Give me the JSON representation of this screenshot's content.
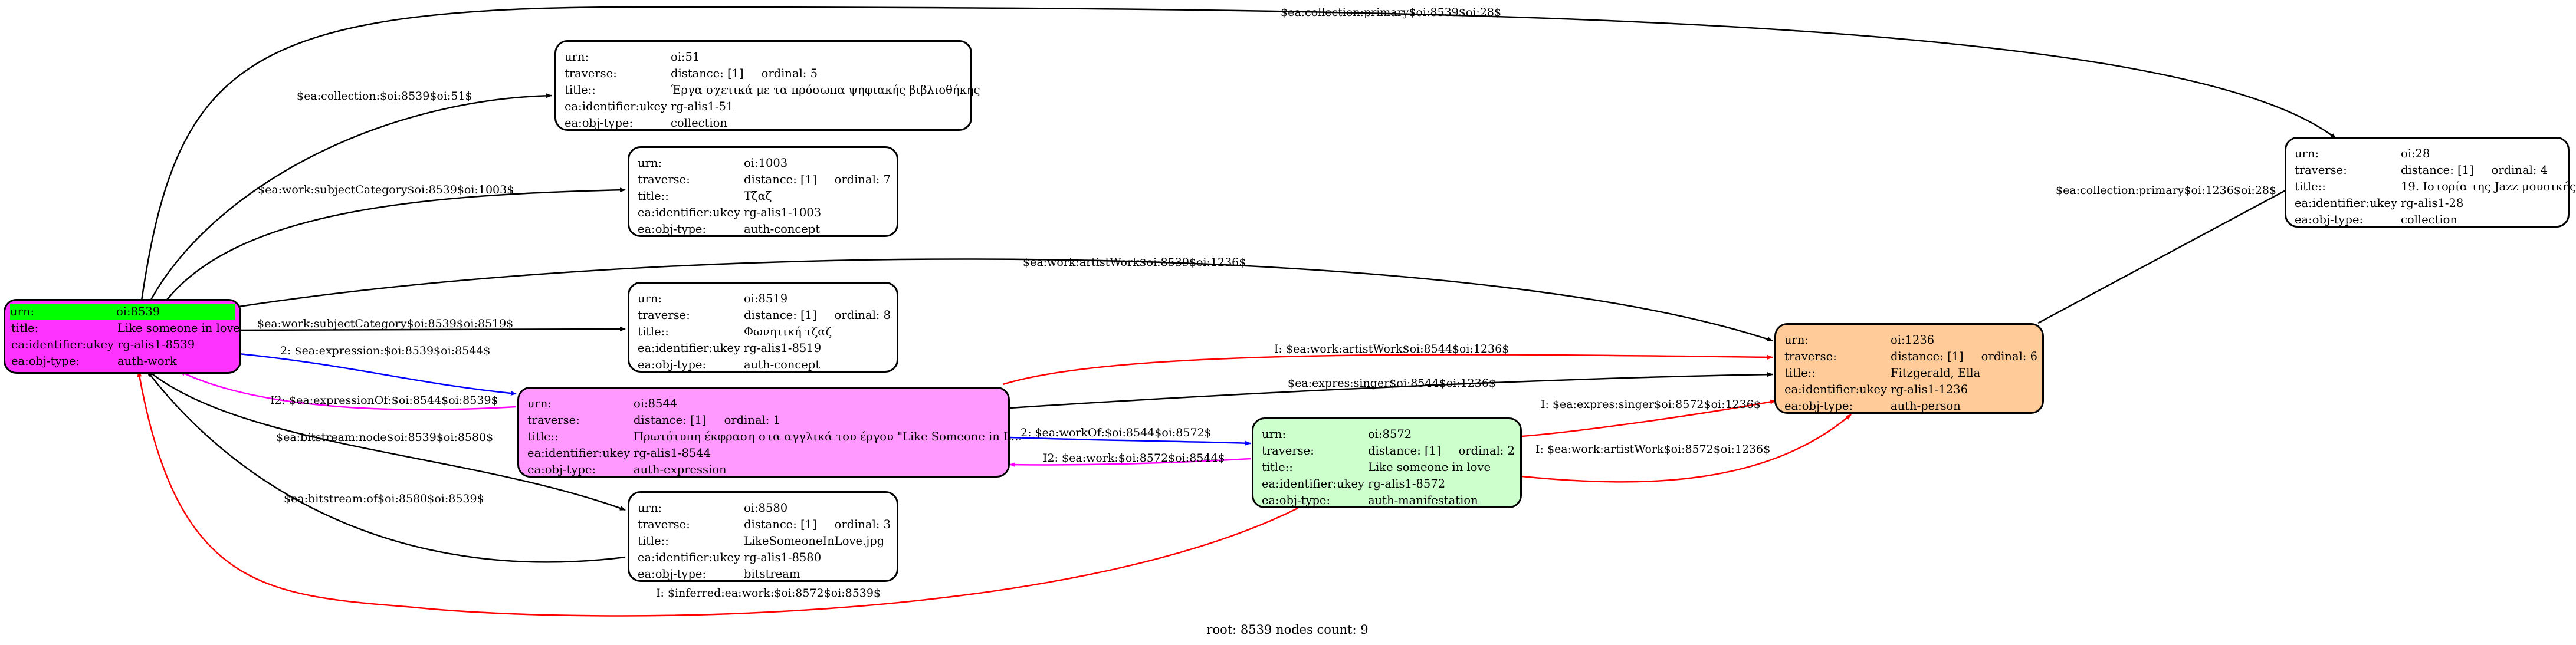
{
  "colors": {
    "root_fill": "#ff33ff",
    "root_header": "#00ff00",
    "expression_fill": "#ff99ff",
    "manifestation_fill": "#ccffcc",
    "person_fill": "#ffcc99",
    "plain_fill": "#ffffff",
    "edge_black": "#000000",
    "edge_red": "#ff0000",
    "edge_blue": "#0000ff",
    "edge_magenta": "#ff00ff"
  },
  "keys": {
    "urn": "urn:",
    "traverse": "traverse:",
    "title": "title::",
    "title_root": "title:",
    "ukey": "ea:identifier:ukey",
    "objtype": "ea:obj-type:"
  },
  "nodes": {
    "root": {
      "urn": "oi:8539",
      "title": "Like someone in love",
      "ukey": "rg-alis1-8539",
      "objtype": "auth-work"
    },
    "n51": {
      "urn": "oi:51",
      "distance": "distance: [1]",
      "ordinal": "ordinal: 5",
      "title": "Έργα σχετικά με τα πρόσωπα ψηφιακής βιβλιοθήκης",
      "ukey": "rg-alis1-51",
      "objtype": "collection"
    },
    "n1003": {
      "urn": "oi:1003",
      "distance": "distance: [1]",
      "ordinal": "ordinal: 7",
      "title": "Τζαζ",
      "ukey": "rg-alis1-1003",
      "objtype": "auth-concept"
    },
    "n8519": {
      "urn": "oi:8519",
      "distance": "distance: [1]",
      "ordinal": "ordinal: 8",
      "title": "Φωνητική τζαζ",
      "ukey": "rg-alis1-8519",
      "objtype": "auth-concept"
    },
    "n8544": {
      "urn": "oi:8544",
      "distance": "distance: [1]",
      "ordinal": "ordinal: 1",
      "title": "Πρωτότυπη έκφραση στα αγγλικά του έργου \"Like Someone in L...",
      "ukey": "rg-alis1-8544",
      "objtype": "auth-expression"
    },
    "n8580": {
      "urn": "oi:8580",
      "distance": "distance: [1]",
      "ordinal": "ordinal: 3",
      "title": "LikeSomeoneInLove.jpg",
      "ukey": "rg-alis1-8580",
      "objtype": "bitstream"
    },
    "n8572": {
      "urn": "oi:8572",
      "distance": "distance: [1]",
      "ordinal": "ordinal: 2",
      "title": "Like someone in love",
      "ukey": "rg-alis1-8572",
      "objtype": "auth-manifestation"
    },
    "n1236": {
      "urn": "oi:1236",
      "distance": "distance: [1]",
      "ordinal": "ordinal: 6",
      "title": "Fitzgerald, Ella",
      "ukey": "rg-alis1-1236",
      "objtype": "auth-person"
    },
    "n28": {
      "urn": "oi:28",
      "distance": "distance: [1]",
      "ordinal": "ordinal: 4",
      "title": "19. Ιστορία της Jazz μουσικής",
      "ukey": "rg-alis1-28",
      "objtype": "collection"
    }
  },
  "edges": {
    "e_coll28": "$ea:collection:primary$oi:8539$oi:28$",
    "e_coll51": "$ea:collection:$oi:8539$oi:51$",
    "e_subj1003": "$ea:work:subjectCategory$oi:8539$oi:1003$",
    "e_artist1236": "$ea:work:artistWork$oi:8539$oi:1236$",
    "e_subj8519": "$ea:work:subjectCategory$oi:8539$oi:8519$",
    "e_expr8544": "2: $ea:expression:$oi:8539$oi:8544$",
    "e_exprOf": "I2: $ea:expressionOf:$oi:8544$oi:8539$",
    "e_bitnode": "$ea:bitstream:node$oi:8539$oi:8580$",
    "e_bitof": "$ea:bitstream:of$oi:8580$oi:8539$",
    "e_inferred": "I: $inferred:ea:work:$oi:8572$oi:8539$",
    "e_coll28b": "$ea:collection:primary$oi:1236$oi:28$",
    "e_I_artist8544": "I: $ea:work:artistWork$oi:8544$oi:1236$",
    "e_singer8544": "$ea:expres:singer$oi:8544$oi:1236$",
    "e_workOf": "2: $ea:workOf:$oi:8544$oi:8572$",
    "e_work8572": "I2: $ea:work:$oi:8572$oi:8544$",
    "e_I_singer8572": "I: $ea:expres:singer$oi:8572$oi:1236$",
    "e_I_artist8572": "I: $ea:work:artistWork$oi:8572$oi:1236$"
  },
  "caption": "root: 8539 nodes count: 9"
}
